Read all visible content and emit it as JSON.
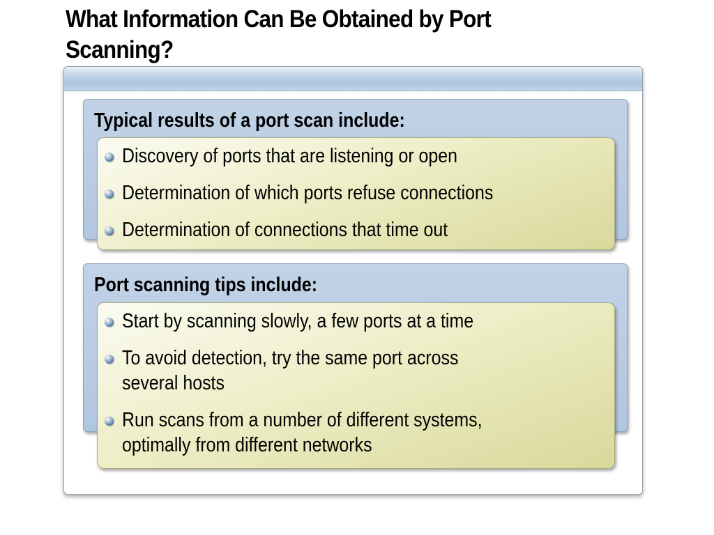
{
  "slide": {
    "title": "What Information Can Be Obtained by Port\nScanning?"
  },
  "sections": [
    {
      "heading": "Typical results of a port scan include:",
      "bullets": [
        "Discovery of ports that are listening or open",
        "Determination of which ports refuse connections",
        "Determination of connections that time out"
      ]
    },
    {
      "heading": "Port scanning tips include:",
      "bullets": [
        "Start by scanning slowly, a few ports at a time",
        "To avoid detection, try the same port across\nseveral hosts",
        "Run scans from a number of different systems,\noptimally from different networks"
      ]
    }
  ],
  "colors": {
    "section_panel": "#b8cbe3",
    "bullet_box": "#eeeec8",
    "title_text": "#000000"
  },
  "icons": {
    "bullet": "bullet-orb-icon"
  }
}
